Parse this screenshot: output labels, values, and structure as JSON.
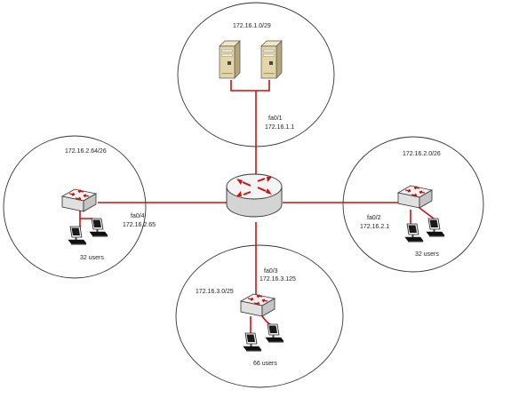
{
  "colors": {
    "link": "#cc1111",
    "outline": "#333333",
    "router_body": "#d6d6d6",
    "arrow": "#cc1111"
  },
  "top": {
    "subnet": "172.16.1.0/29",
    "interface": "fa0/1",
    "ip": "172.16.1.1"
  },
  "left": {
    "subnet": "172.16.2.64/26",
    "interface": "fa0/4",
    "ip": "172.16.2.65",
    "users": "32 users"
  },
  "right": {
    "subnet": "172.16.2.0/26",
    "interface": "fa0/2",
    "ip": "172.16.2.1",
    "users": "32 users"
  },
  "bottom": {
    "subnet": "172.16.3.0/25",
    "interface": "fa0/3",
    "ip": "172.16.3.125",
    "users": "66 users"
  },
  "icons": [
    "router-icon",
    "switch-icon",
    "server-icon",
    "pc-icon"
  ]
}
